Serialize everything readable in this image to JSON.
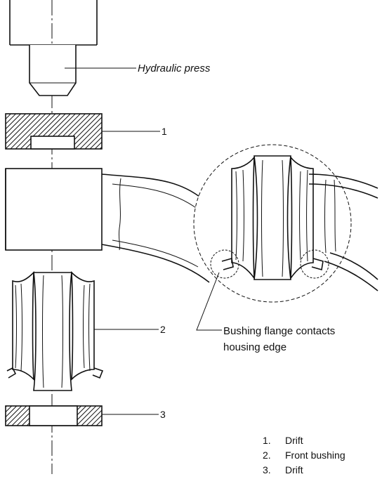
{
  "labels": {
    "hydraulic_press": "Hydraulic press",
    "callout_1": "1",
    "callout_2": "2",
    "callout_3": "3",
    "bushing_note_line1": "Bushing flange contacts",
    "bushing_note_line2": "housing edge"
  },
  "legend": [
    {
      "num": "1.",
      "text": "Drift"
    },
    {
      "num": "2.",
      "text": "Front bushing"
    },
    {
      "num": "3.",
      "text": "Drift"
    }
  ]
}
